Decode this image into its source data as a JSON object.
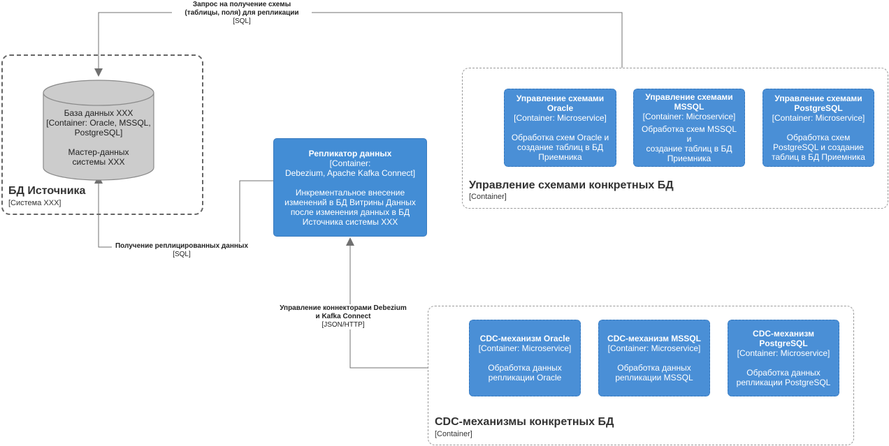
{
  "source_boundary": {
    "title": "БД Источника",
    "subtitle": "[Система XXX]",
    "database": {
      "line1": "База данных XXX",
      "line2": "[Container: Oracle, MSSQL,",
      "line3": "PostgreSQL]",
      "line4": "Мастер-данных",
      "line5": "системы XXX"
    }
  },
  "replicator": {
    "title": "Репликатор данных",
    "tech1": "[Container:",
    "tech2": "Debezium, Apache Kafka Connect]",
    "desc1": "Инкрементальное внесение",
    "desc2": "изменений в БД Витрины Данных",
    "desc3": "после изменения данных в БД",
    "desc4": "Источника системы XXX"
  },
  "schema_boundary": {
    "title": "Управление схемами конкретных БД",
    "subtitle": "[Container]",
    "cards": [
      {
        "title1": "Управление схемами",
        "title2": "Oracle",
        "tech": "[Container: Microservice]",
        "desc1": "Обработка схем Oracle и",
        "desc2": "создание таблиц в БД",
        "desc3": "Приемника"
      },
      {
        "title1": "Управление схемами",
        "title2": "MSSQL",
        "tech": "[Container: Microservice]",
        "desc1": "Обработка схем MSSQL и",
        "desc2": "создание таблиц в БД",
        "desc3": "Приемника"
      },
      {
        "title1": "Управление схемами",
        "title2": "PostgreSQL",
        "tech": "[Container: Microservice]",
        "desc1": "Обработка схем",
        "desc2": "PostgreSQL и создание",
        "desc3": "таблиц в БД Приемника"
      }
    ]
  },
  "cdc_boundary": {
    "title": "CDC-механизмы конкретных БД",
    "subtitle": "[Container]",
    "cards": [
      {
        "title1": "CDC-механизм Oracle",
        "title2": "",
        "tech": "[Container: Microservice]",
        "desc1": "Обработка данных",
        "desc2": "репликации Oracle"
      },
      {
        "title1": "CDC-механизм MSSQL",
        "title2": "",
        "tech": "[Container: Microservice]",
        "desc1": "Обработка данных",
        "desc2": "репликации MSSQL"
      },
      {
        "title1": "CDC-механизм",
        "title2": "PostgreSQL",
        "tech": "[Container: Microservice]",
        "desc1": "Обработка данных",
        "desc2": "репликации PostgreSQL"
      }
    ]
  },
  "edges": {
    "schema_request": {
      "line1": "Запрос на получение схемы",
      "line2": "(таблицы, поля) для репликации",
      "tech": "[SQL]"
    },
    "replicated_data": {
      "line1": "Получение реплицированных данных",
      "tech": "[SQL]"
    },
    "connectors": {
      "line1": "Управление коннекторами Debezium",
      "line2": "и Kafka Connect",
      "tech": "[JSON/HTTP]"
    }
  },
  "colors": {
    "card_fill": "#438dd5",
    "card_border": "#3577bd",
    "line": "#707070",
    "db_fill": "#cccccc"
  }
}
